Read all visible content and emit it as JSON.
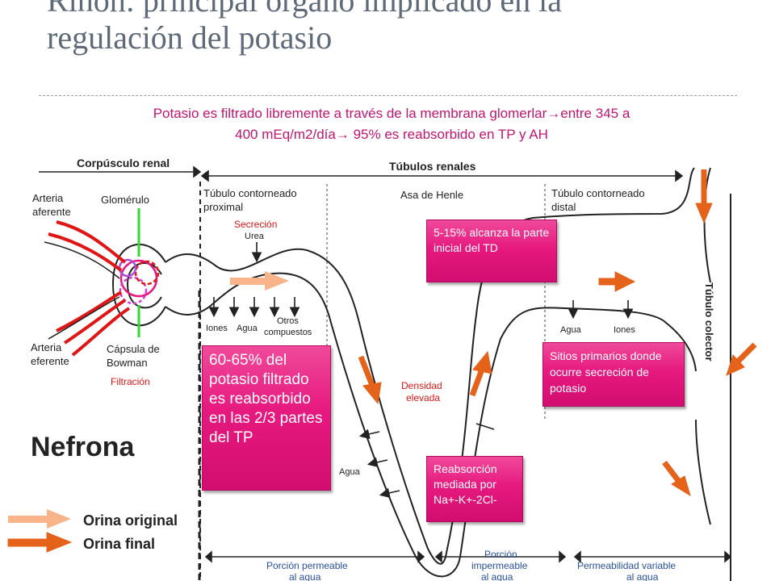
{
  "title": {
    "line1": "Riñón: principal órgano implicado en la",
    "line2": "regulación del potasio"
  },
  "intro": {
    "line1": "Potasio es filtrado libremente a través de la membrana glomerlar→entre 345 a",
    "line2": "400 mEq/m2/día→ 95% es reabsorbido en TP y AH"
  },
  "diagram": {
    "corpusculo": "Corpúsculo renal",
    "tubulos": "Túbulos renales",
    "arteria_aferente_1": "Arteria",
    "arteria_aferente_2": "aferente",
    "glomerulo": "Glomérulo",
    "arteria_eferente_1": "Arteria",
    "arteria_eferente_2": "eferente",
    "capsula_1": "Cápsula de",
    "capsula_2": "Bowman",
    "filtracion": "Filtración",
    "tcp_1": "Túbulo contorneado",
    "tcp_2": "proximal",
    "secrecion": "Secreción",
    "urea": "Urea",
    "asa_henle": "Asa de Henle",
    "tcd_1": "Túbulo contorneado",
    "tcd_2": "distal",
    "iones_1": "Iones",
    "agua_1": "Agua",
    "otros_1": "Otros",
    "otros_2": "compuestos",
    "densidad_1": "Densidad",
    "densidad_2": "elevada",
    "agua_2": "Agua",
    "agua_3": "Agua",
    "iones_2": "Iones",
    "tubulo_colector": "Túbulo colector",
    "nefrona": "Nefrona",
    "orina_original": "Orina original",
    "orina_final": "Orina final",
    "porcion_permeable_1": "Porción permeable",
    "porcion_permeable_2": "al agua",
    "porcion_impermeable_1": "Porción",
    "porcion_impermeable_2": "impermeable",
    "porcion_impermeable_3": "al agua",
    "permeabilidad_1": "Permeabilidad variable",
    "permeabilidad_2": "al agua"
  },
  "boxes": {
    "tp": "60-65% del potasio filtrado es reabsorbido en las 2/3 partes del TP",
    "td": "5-15% alcanza la parte inicial del TD",
    "secrecion": "Sitios primarios donde ocurre secreción de potasio",
    "reabsorcion": "Reabsorción mediada por Na+-K+-2Cl-"
  },
  "colors": {
    "title": "#5e6a78",
    "accent_pink": "#e6197f",
    "intro_text": "#c0166f",
    "arrow_light": "#f6b488",
    "arrow_dark": "#e5621b",
    "red": "#e01616",
    "green": "#35d635"
  }
}
